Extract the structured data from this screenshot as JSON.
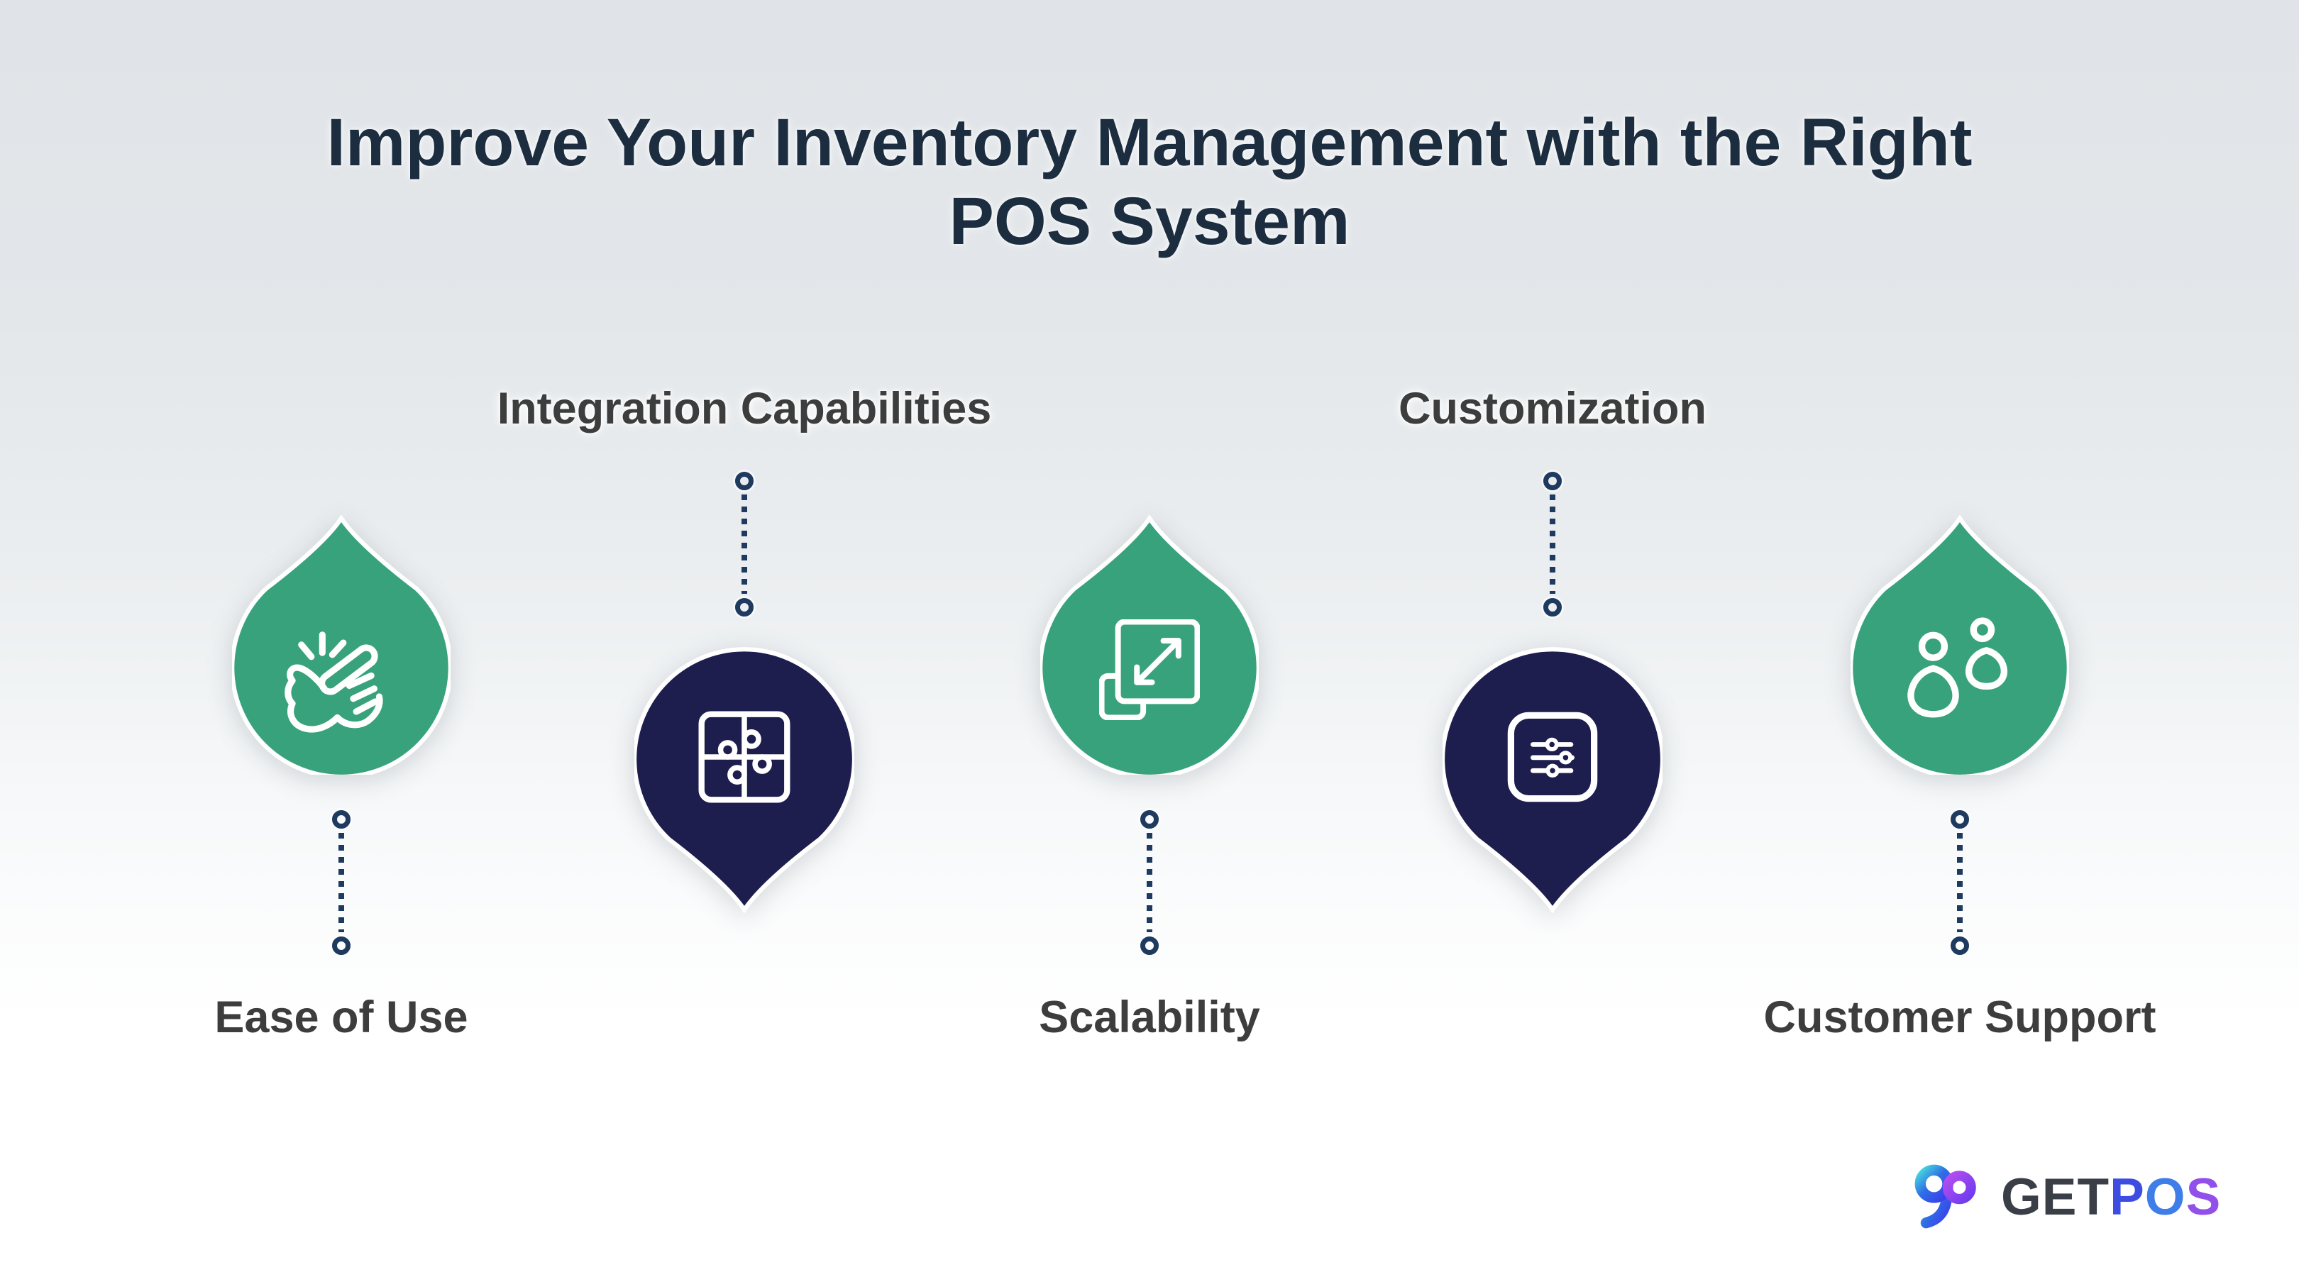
{
  "title": {
    "line1": "Improve Your Inventory Management with the Right",
    "line2": "POS System"
  },
  "items": [
    {
      "label": "Ease of Use",
      "icon": "snap-fingers-icon",
      "shape": "green-teardrop-point-up",
      "label_position": "below"
    },
    {
      "label": "Integration Capabilities",
      "icon": "puzzle-pieces-icon",
      "shape": "navy-pin-point-down",
      "label_position": "above"
    },
    {
      "label": "Scalability",
      "icon": "expand-squares-icon",
      "shape": "green-teardrop-point-up",
      "label_position": "below"
    },
    {
      "label": "Customization",
      "icon": "sliders-panel-icon",
      "shape": "navy-pin-point-down",
      "label_position": "above"
    },
    {
      "label": "Customer Support",
      "icon": "two-users-icon",
      "shape": "green-teardrop-point-up",
      "label_position": "below"
    }
  ],
  "footer_logo": {
    "mark": "gp-gradient-mark",
    "get": "GET",
    "pos_letters": [
      "P",
      "O",
      "S"
    ]
  },
  "colors": {
    "green_drop": "#38a27d",
    "navy_pin": "#1d1d4e",
    "title_text": "#1c2d40",
    "label_text": "#3d3d3d",
    "connector": "#1f3a5f",
    "icon_stroke": "#ffffff",
    "background_top": "#e0e4e8",
    "background_bottom": "#ffffff",
    "logo_get": "#3a3f47",
    "logo_p": "#3d4de2",
    "logo_o": "#3f7de8",
    "logo_s": "#9150e9"
  }
}
